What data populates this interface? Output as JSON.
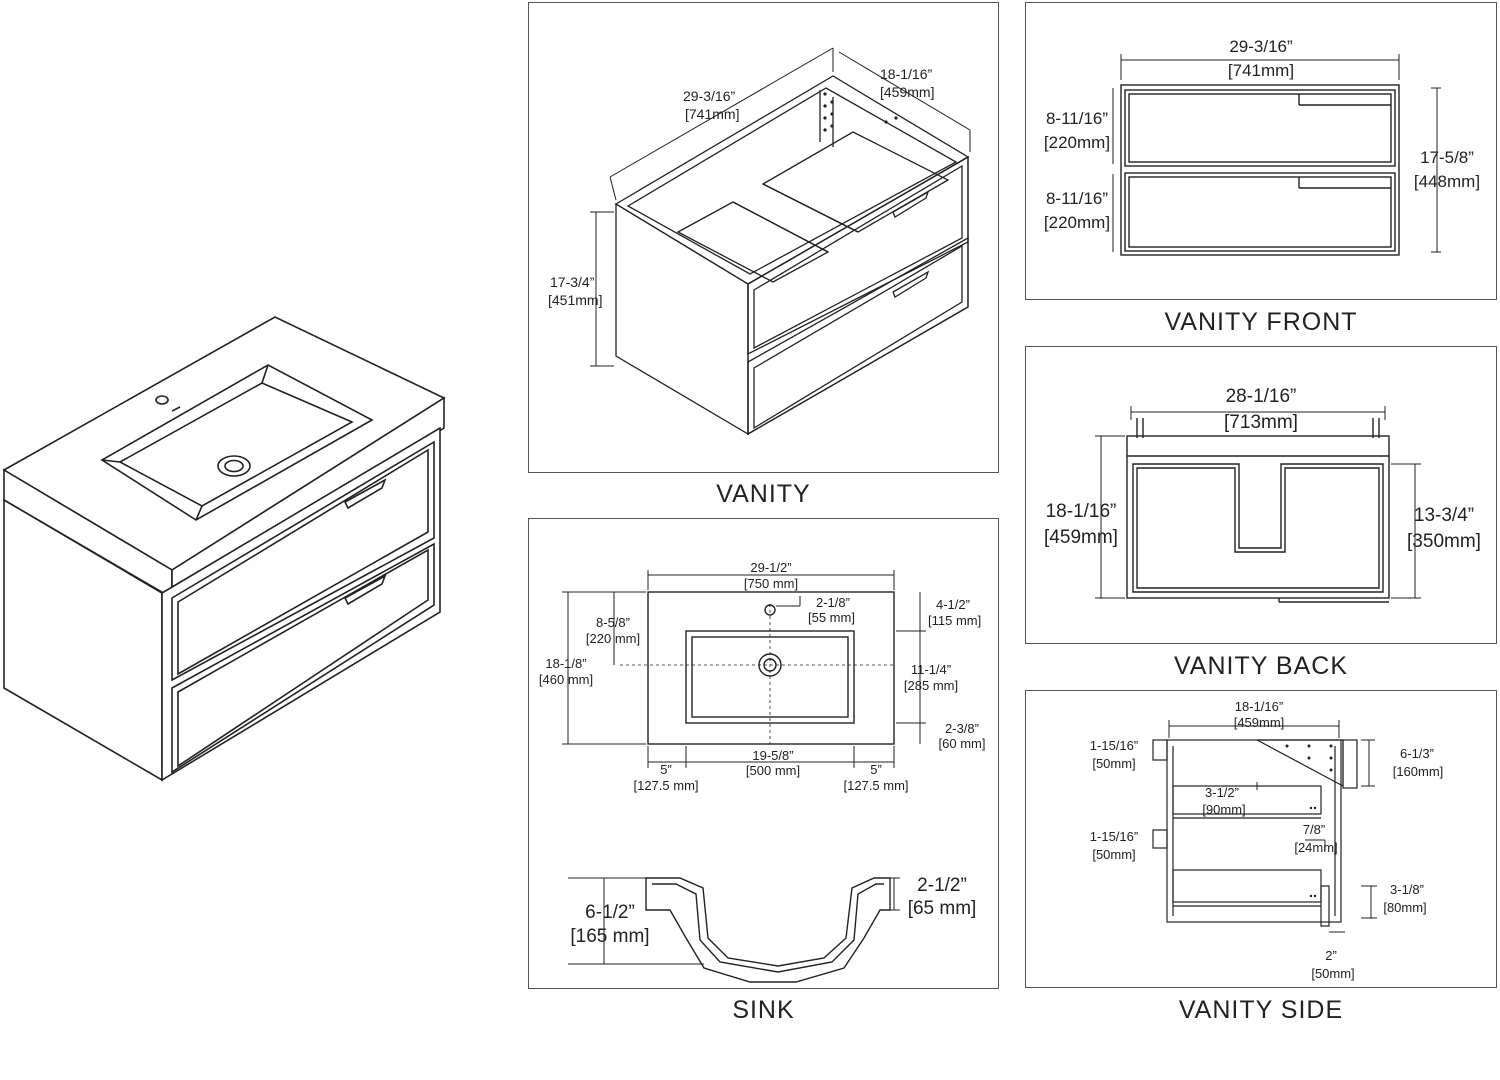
{
  "titles": {
    "vanity": "VANITY",
    "vanity_front": "VANITY FRONT",
    "vanity_back": "VANITY BACK",
    "sink": "SINK",
    "vanity_side": "VANITY SIDE"
  },
  "vanity": {
    "width": {
      "in": "29-3/16”",
      "mm": "[741mm]"
    },
    "depth": {
      "in": "18-1/16”",
      "mm": "[459mm]"
    },
    "height": {
      "in": "17-3/4”",
      "mm": "[451mm]"
    }
  },
  "front": {
    "width": {
      "in": "29-3/16”",
      "mm": "[741mm]"
    },
    "drawer_top": {
      "in": "8-11/16”",
      "mm": "[220mm]"
    },
    "drawer_bottom": {
      "in": "8-11/16”",
      "mm": "[220mm]"
    },
    "height": {
      "in": "17-5/8”",
      "mm": "[448mm]"
    }
  },
  "back": {
    "width": {
      "in": "28-1/16”",
      "mm": "[713mm]"
    },
    "height": {
      "in": "18-1/16”",
      "mm": "[459mm]"
    },
    "cutout": {
      "in": "13-3/4”",
      "mm": "[350mm]"
    }
  },
  "sink": {
    "width": {
      "in": "29-1/2”",
      "mm": "[750 mm]"
    },
    "faucet": {
      "in": "2-1/8”",
      "mm": "[55 mm]"
    },
    "front_to_bowl": {
      "in": "4-1/2”",
      "mm": "[115 mm]"
    },
    "center": {
      "in": "8-5/8”",
      "mm": "[220 mm]"
    },
    "depth": {
      "in": "18-1/8”",
      "mm": "[460 mm]"
    },
    "bowl_depth": {
      "in": "11-1/4”",
      "mm": "[285 mm]"
    },
    "back_edge": {
      "in": "2-3/8”",
      "mm": "[60 mm]"
    },
    "bowl_width": {
      "in": "19-5/8”",
      "mm": "[500 mm]"
    },
    "left_margin": {
      "in": "5”",
      "mm": "[127.5 mm]"
    },
    "right_margin": {
      "in": "5”",
      "mm": "[127.5 mm]"
    },
    "profile_height": {
      "in": "6-1/2”",
      "mm": "[165 mm]"
    },
    "rim": {
      "in": "2-1/2”",
      "mm": "[65 mm]"
    }
  },
  "side": {
    "depth": {
      "in": "18-1/16”",
      "mm": "[459mm]"
    },
    "top_gap": {
      "in": "1-15/16”",
      "mm": "[50mm]"
    },
    "bracket": {
      "in": "6-1/3”",
      "mm": "[160mm]"
    },
    "slide": {
      "in": "3-1/2”",
      "mm": "[90mm]"
    },
    "mid_gap": {
      "in": "1-15/16”",
      "mm": "[50mm]"
    },
    "rail": {
      "in": "7/8”",
      "mm": "[24mm]"
    },
    "low": {
      "in": "3-1/8”",
      "mm": "[80mm]"
    },
    "foot": {
      "in": "2”",
      "mm": "[50mm]"
    }
  }
}
